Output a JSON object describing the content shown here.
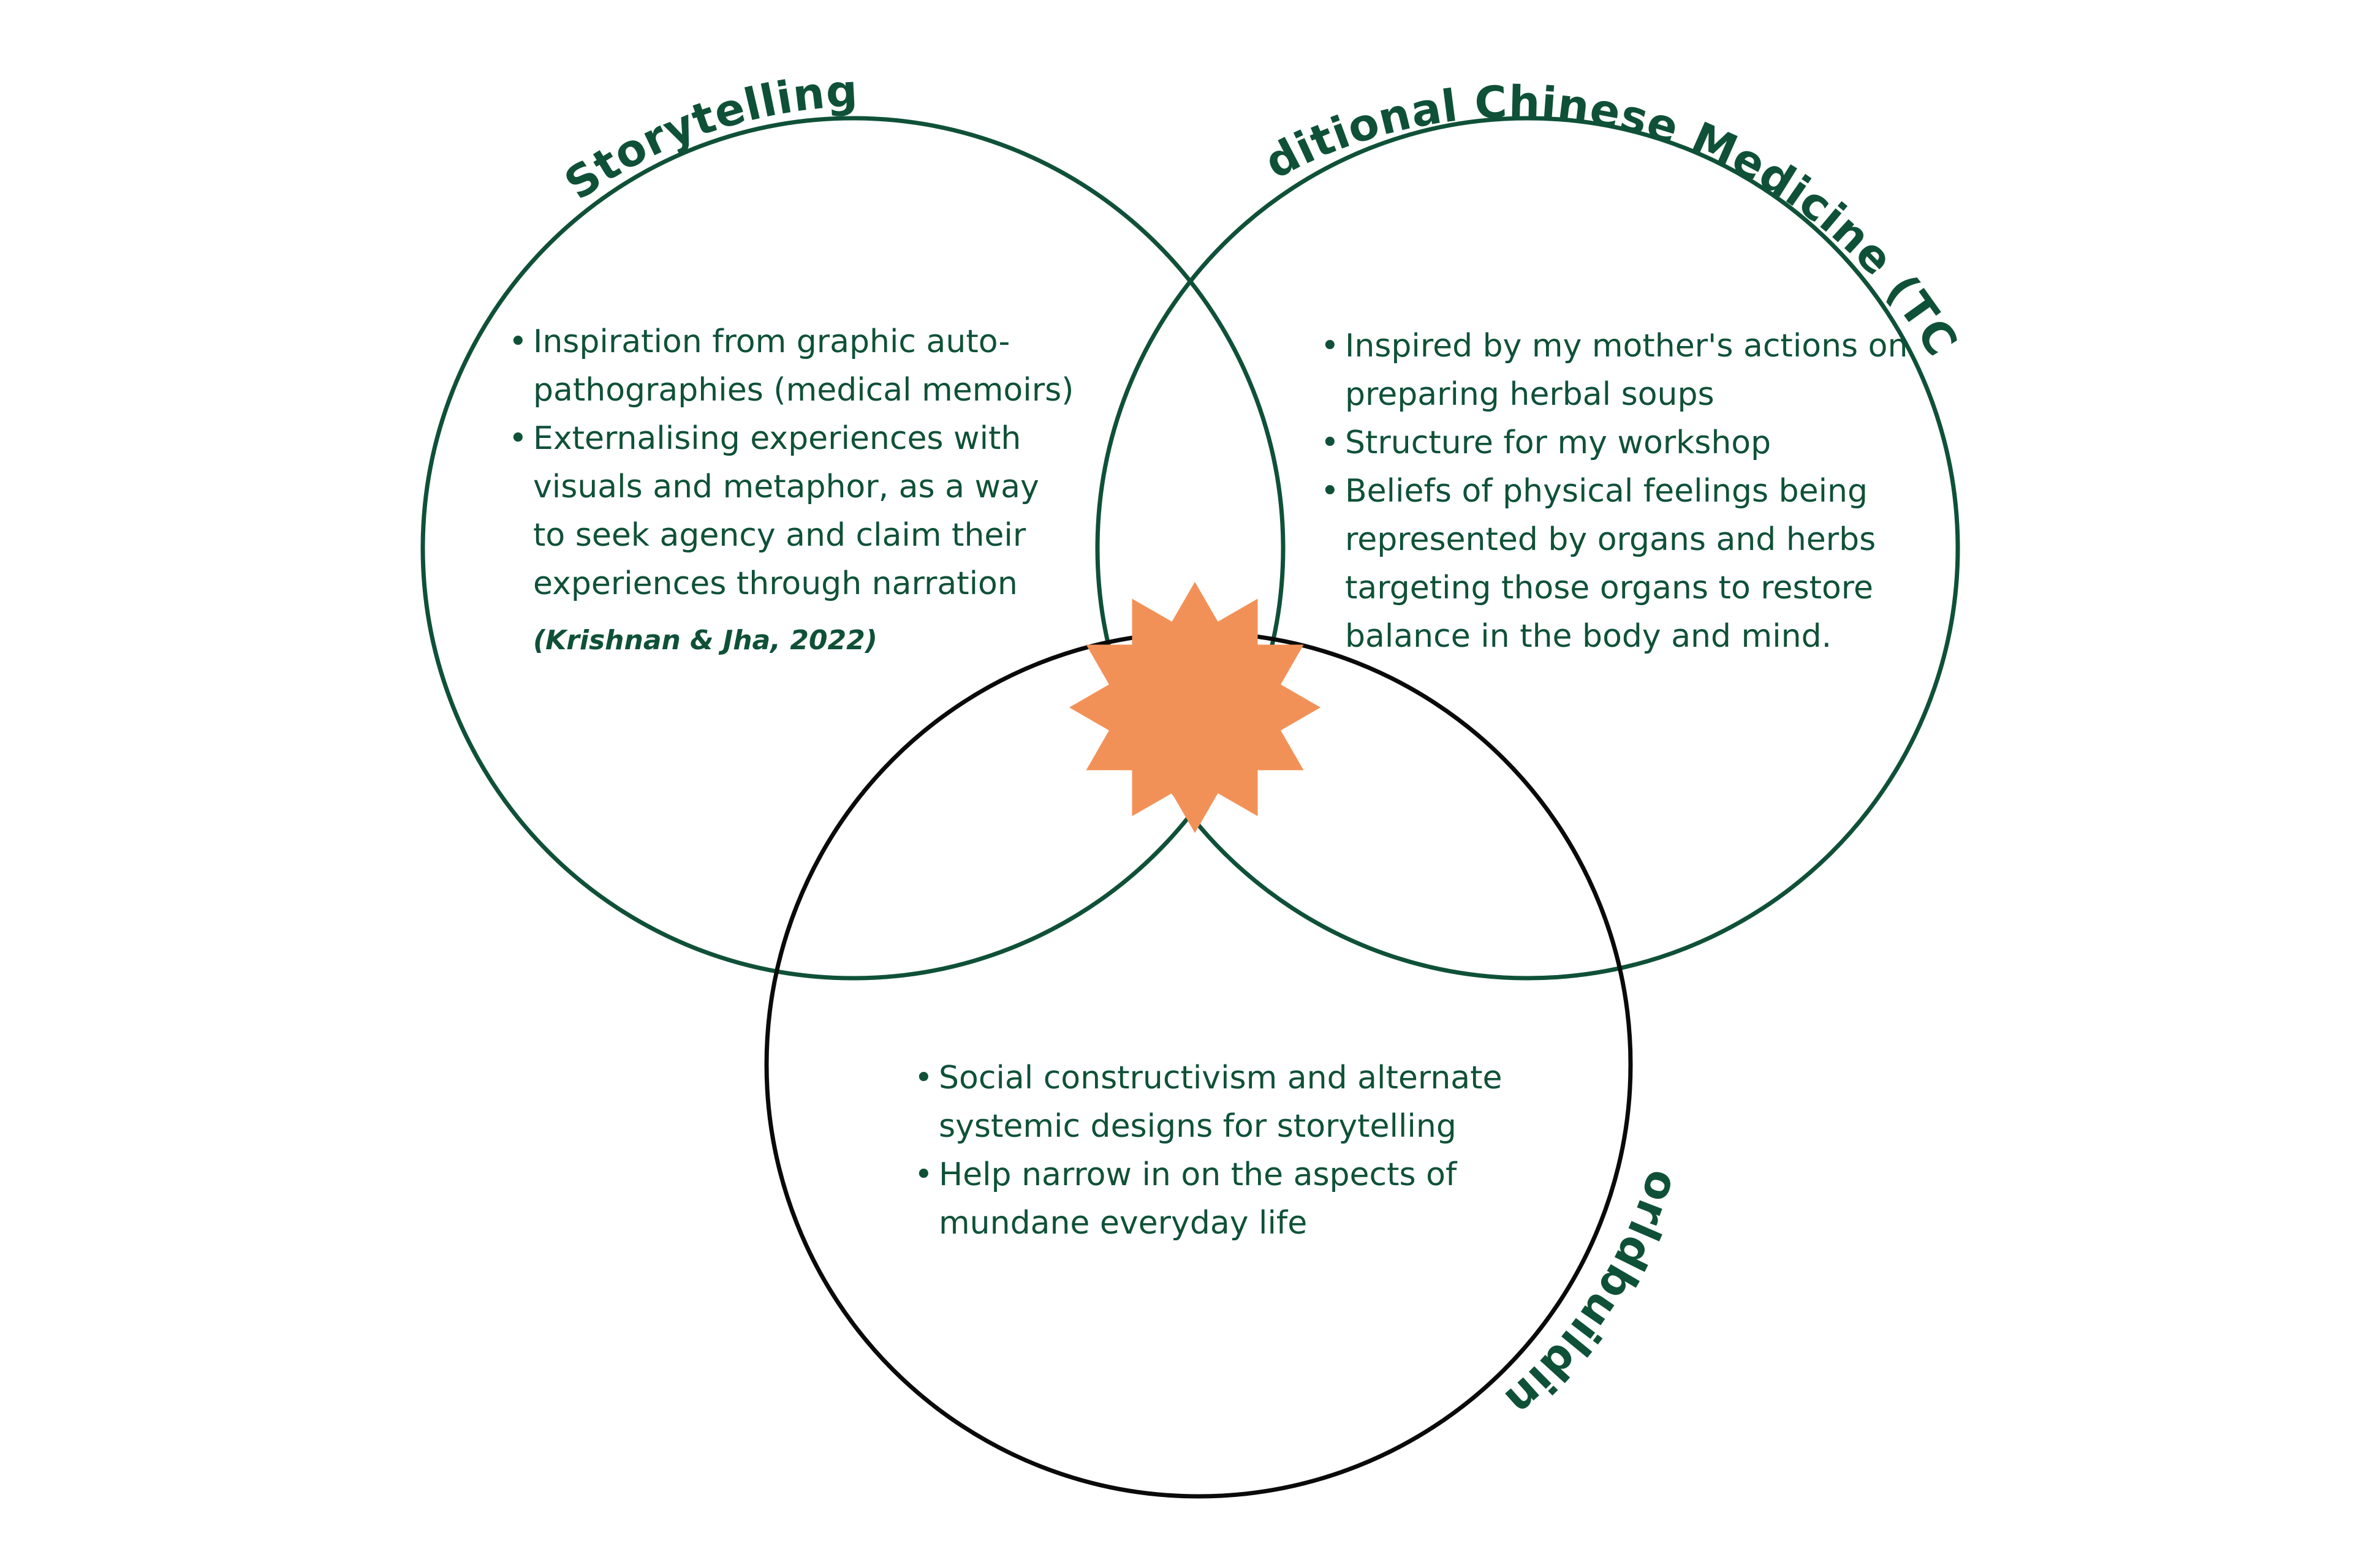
{
  "colors": {
    "primary_green": "#0f5138",
    "outline_black": "#0a0a0a",
    "star_orange": "#f29157",
    "background": "#ffffff"
  },
  "sets": {
    "storytelling": {
      "title": "Storytelling",
      "bullets": [
        "Inspiration from graphic auto-",
        "pathographies (medical memoirs)",
        "Externalising experiences with",
        "visuals and metaphor, as a way",
        "to seek agency and claim their",
        "experiences through narration"
      ],
      "citation": "(Krishnan & Jha, 2022)"
    },
    "tcm": {
      "title": "Traditional Chinese Medicine (TCM)",
      "bullets": [
        "Inspired by my mother's actions on",
        "preparing herbal soups",
        "Structure for my workshop",
        "Beliefs of physical feelings being",
        "represented by organs and herbs",
        "targeting those organs to restore",
        "balance in the body and mind."
      ]
    },
    "worldbuilding": {
      "title": "Worldbuilding",
      "bullets": [
        "Social constructivism and alternate",
        "systemic designs for storytelling",
        "Help narrow in on the aspects of",
        "mundane everyday life"
      ]
    }
  },
  "bullet_glyph": "•",
  "center_shape": "star-burst"
}
